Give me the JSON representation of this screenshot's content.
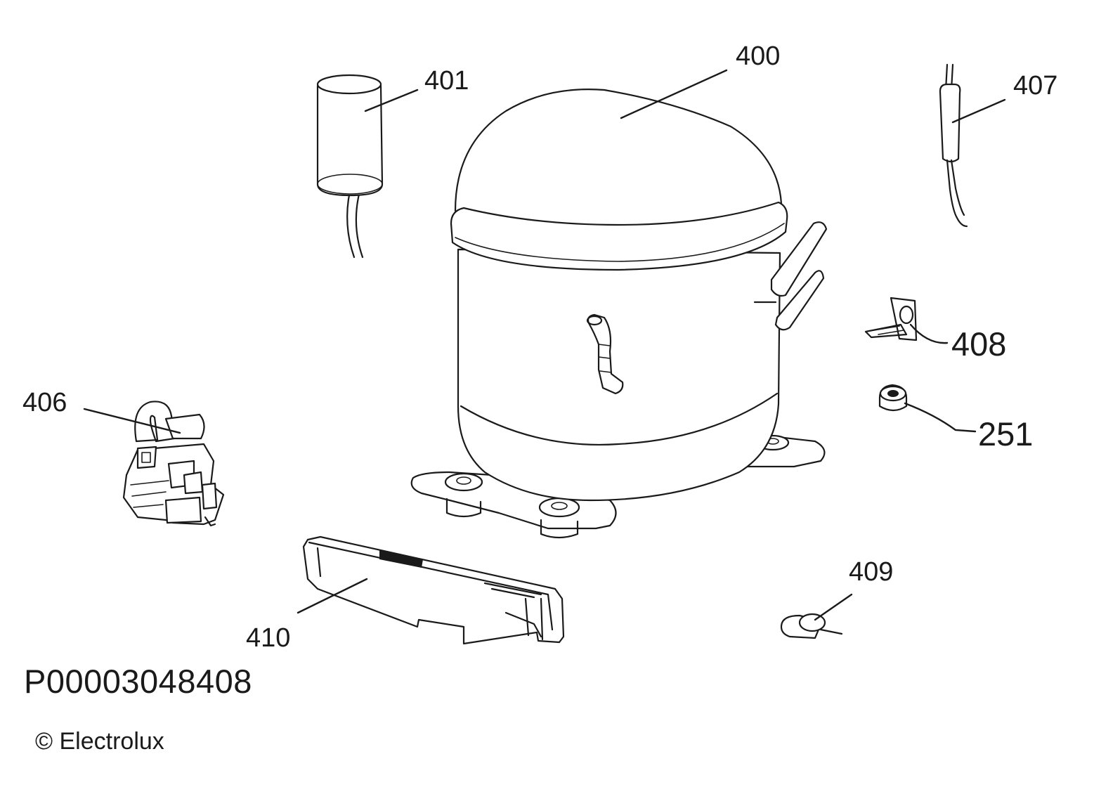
{
  "callouts": {
    "c400": "400",
    "c401": "401",
    "c406": "406",
    "c407": "407",
    "c408": "408",
    "c251": "251",
    "c409": "409",
    "c410": "410"
  },
  "part_number": "P00003048408",
  "copyright": "© Electrolux"
}
